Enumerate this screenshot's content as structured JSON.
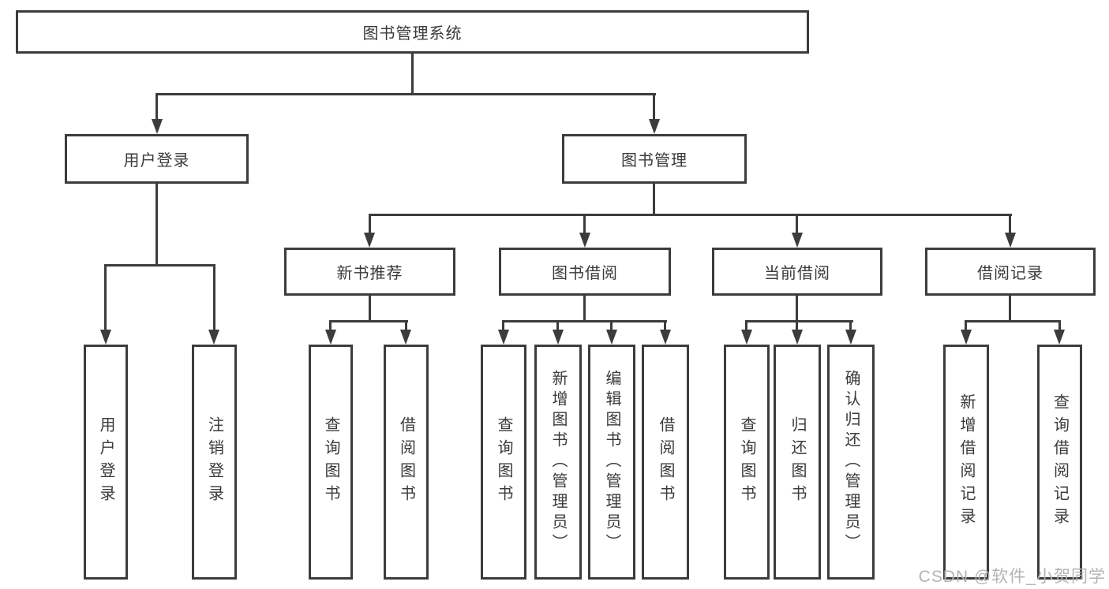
{
  "diagram": {
    "root": {
      "label": "图书管理系统"
    },
    "level2": [
      {
        "id": "user-login",
        "label": "用户登录"
      },
      {
        "id": "book-management",
        "label": "图书管理"
      }
    ],
    "level3": [
      {
        "id": "new-book-recommend",
        "label": "新书推荐",
        "parent": "图书管理"
      },
      {
        "id": "book-borrow",
        "label": "图书借阅",
        "parent": "图书管理"
      },
      {
        "id": "current-borrow",
        "label": "当前借阅",
        "parent": "图书管理"
      },
      {
        "id": "borrow-records",
        "label": "借阅记录",
        "parent": "图书管理"
      }
    ],
    "leaves": [
      {
        "id": "user-login-leaf",
        "label": "用户登录",
        "parent": "用户登录"
      },
      {
        "id": "logout-leaf",
        "label": "注销登录",
        "parent": "用户登录"
      },
      {
        "id": "query-books-1",
        "label": "查询图书",
        "parent": "新书推荐"
      },
      {
        "id": "borrow-books-1",
        "label": "借阅图书",
        "parent": "新书推荐"
      },
      {
        "id": "query-books-2",
        "label": "查询图书",
        "parent": "图书借阅"
      },
      {
        "id": "add-book-admin",
        "label": "新增图书（管理员）",
        "parent": "图书借阅"
      },
      {
        "id": "edit-book-admin",
        "label": "编辑图书（管理员）",
        "parent": "图书借阅"
      },
      {
        "id": "borrow-books-2",
        "label": "借阅图书",
        "parent": "图书借阅"
      },
      {
        "id": "query-books-3",
        "label": "查询图书",
        "parent": "当前借阅"
      },
      {
        "id": "return-books",
        "label": "归还图书",
        "parent": "当前借阅"
      },
      {
        "id": "confirm-return-admin",
        "label": "确认归还（管理员）",
        "parent": "当前借阅"
      },
      {
        "id": "add-borrow-record",
        "label": "新增借阅记录",
        "parent": "借阅记录"
      },
      {
        "id": "query-borrow-record",
        "label": "查询借阅记录",
        "parent": "借阅记录"
      }
    ],
    "watermark": "CSDN @软件_小贺同学",
    "colors": {
      "line": "#3c3c3c",
      "text": "#3a3a3a",
      "background": "#ffffff",
      "watermark": "#b4b4b4"
    }
  }
}
